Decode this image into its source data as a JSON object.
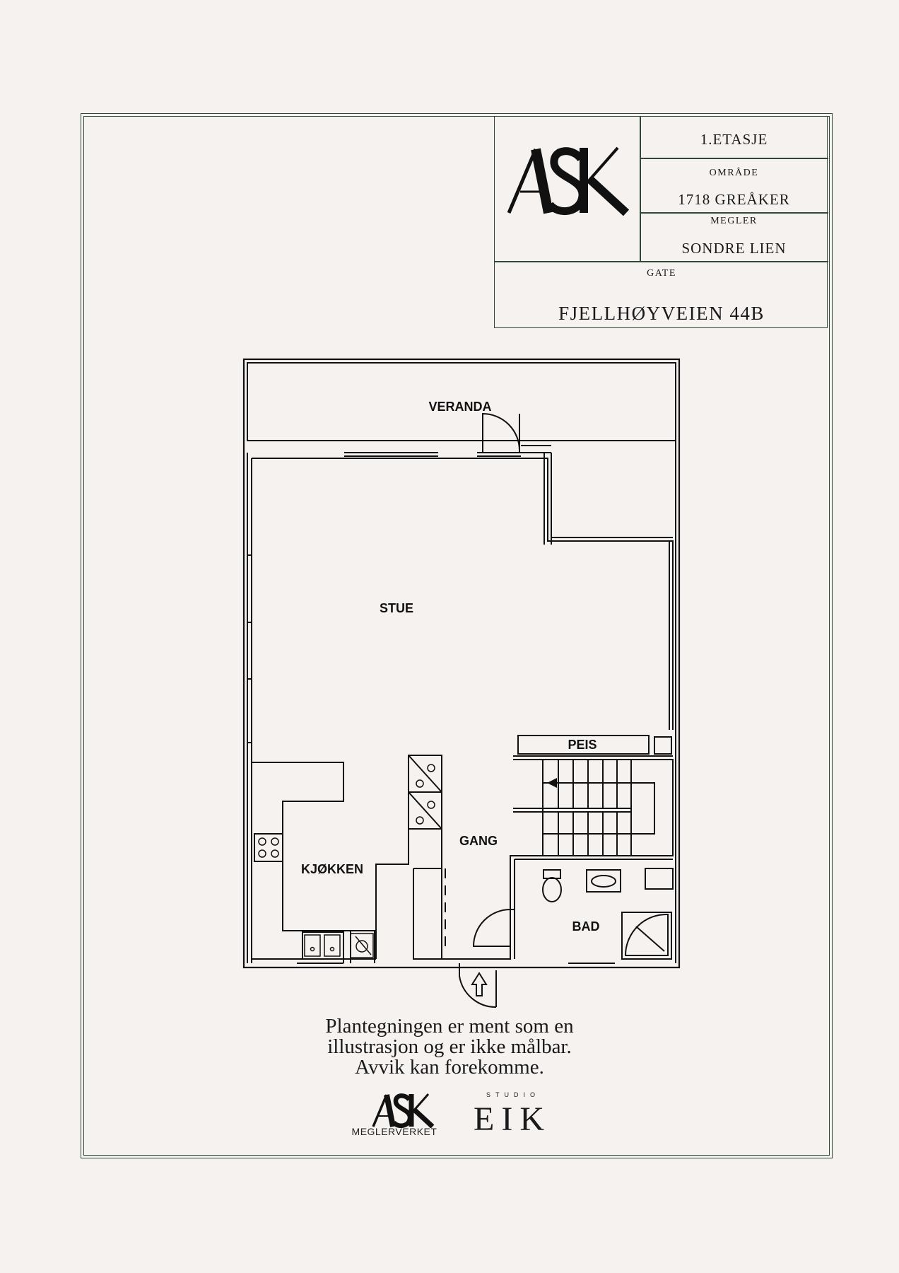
{
  "title_block": {
    "floor": "1.ETASJE",
    "area_label": "OMRÅDE",
    "area_value": "1718 GREÅKER",
    "agent_label": "MEGLER",
    "agent_value": "SONDRE LIEN",
    "street_label": "GATE",
    "street_value": "FJELLHØYVEIEN 44B",
    "logo_text": "ASK"
  },
  "rooms": {
    "veranda": "VERANDA",
    "stue": "STUE",
    "peis": "PEIS",
    "gang": "GANG",
    "kjokken": "KJØKKEN",
    "bad": "BAD"
  },
  "disclaimer": {
    "line1": "Plantegningen er ment som en",
    "line2": "illustrasjon og er ikke målbar.",
    "line3": "Avvik kan forekomme."
  },
  "footer": {
    "ask_logo": "ASK",
    "ask_sub": "MEGLERVERKET",
    "studio_label": "STUDIO",
    "studio_name": "EIK"
  },
  "colors": {
    "background": "#f6f2f0",
    "frame": "#2e4a36",
    "ink": "#111111"
  }
}
